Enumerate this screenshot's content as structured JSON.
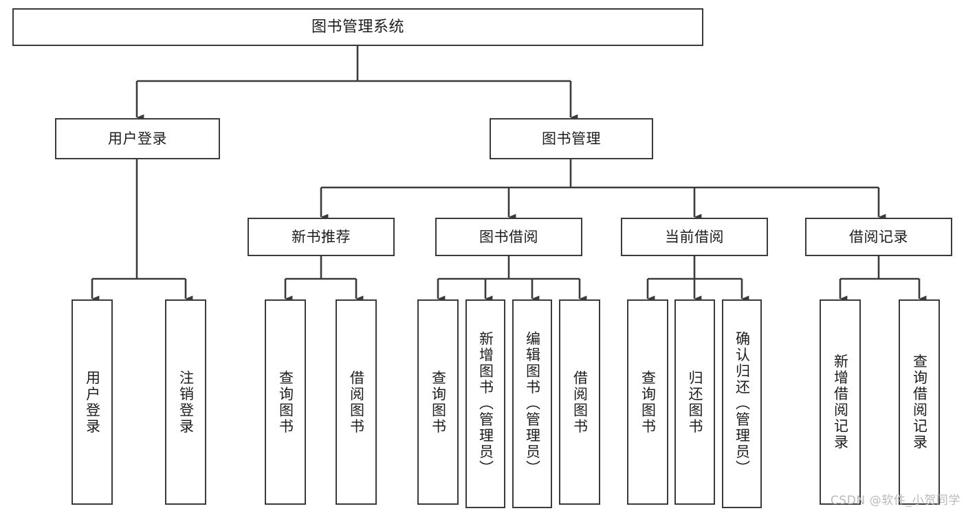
{
  "diagram": {
    "title": "图书管理系统",
    "type": "hierarchy-tree",
    "watermark": "CSDN @软件_小贺同学",
    "colors": {
      "box_border": "#3a3a3c",
      "box_fill": "#ffffff",
      "connector": "#3a3a3c",
      "text": "#1d1d1f",
      "watermark": "#b9b9bb",
      "background": "#ffffff"
    },
    "levels": {
      "root": "图书管理系统",
      "level2": [
        "用户登录",
        "图书管理"
      ],
      "level3": [
        "新书推荐",
        "图书借阅",
        "当前借阅",
        "借阅记录"
      ]
    },
    "nodes": {
      "root": {
        "label": "图书管理系统"
      },
      "user_login": {
        "label": "用户登录"
      },
      "book_manage": {
        "label": "图书管理"
      },
      "new_book_rec": {
        "label": "新书推荐"
      },
      "book_borrow": {
        "label": "图书借阅"
      },
      "current_borrow": {
        "label": "当前借阅"
      },
      "borrow_record": {
        "label": "借阅记录"
      }
    },
    "leaves": {
      "user_login": [
        {
          "label": "用户登录"
        },
        {
          "label": "注销登录"
        }
      ],
      "new_book_rec": [
        {
          "label": "查询图书"
        },
        {
          "label": "借阅图书"
        }
      ],
      "book_borrow": [
        {
          "label": "查询图书"
        },
        {
          "label": "新增图书（管理员）"
        },
        {
          "label": "编辑图书（管理员）"
        },
        {
          "label": "借阅图书"
        }
      ],
      "current_borrow": [
        {
          "label": "查询图书"
        },
        {
          "label": "归还图书"
        },
        {
          "label": "确认归还（管理员）"
        }
      ],
      "borrow_record": [
        {
          "label": "新增借阅记录"
        },
        {
          "label": "查询借阅记录"
        }
      ]
    }
  }
}
